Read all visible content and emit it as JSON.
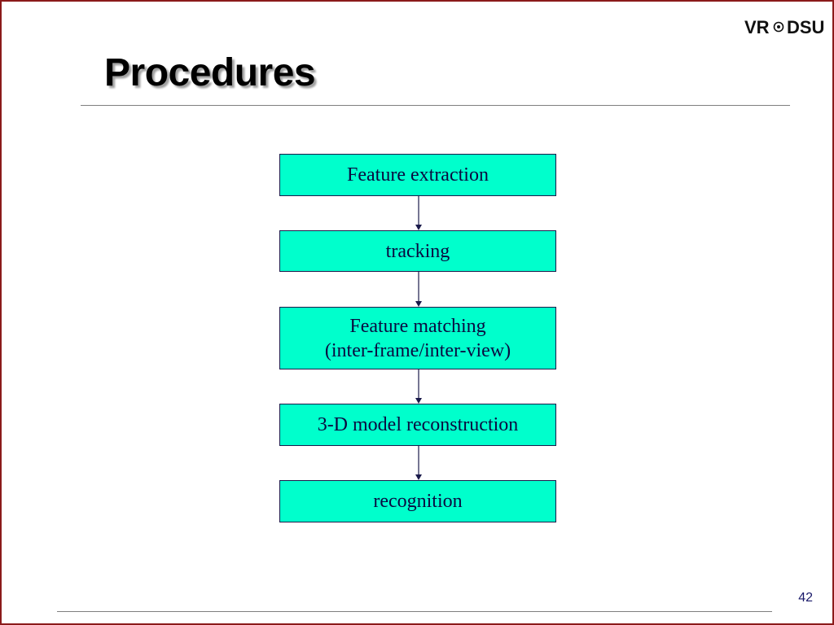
{
  "slide": {
    "title": "Procedures",
    "page_number": "42",
    "logo_text": "VR@DSU"
  },
  "flow": {
    "steps": [
      {
        "lines": [
          "Feature extraction"
        ]
      },
      {
        "lines": [
          "tracking"
        ]
      },
      {
        "lines": [
          "Feature matching",
          "(inter-frame/inter-view)"
        ]
      },
      {
        "lines": [
          "3-D model reconstruction"
        ]
      },
      {
        "lines": [
          "recognition"
        ]
      }
    ]
  },
  "colors": {
    "box_fill": "#00ffcc",
    "box_text": "#0a0a40",
    "arrow": "#1a1a4a",
    "frame": "#8b1a1a"
  }
}
